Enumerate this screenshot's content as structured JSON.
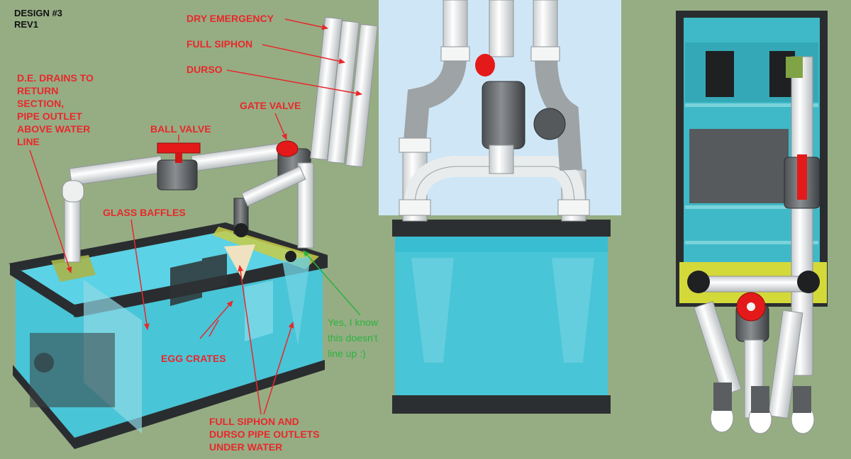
{
  "header": {
    "design": "DESIGN #3",
    "revision": "REV1"
  },
  "labels": {
    "dry_emergency": "DRY EMERGENCY",
    "full_siphon": "FULL SIPHON",
    "durso": "DURSO",
    "gate_valve": "GATE VALVE",
    "ball_valve": "BALL VALVE",
    "de_drains": [
      "D.E. DRAINS TO",
      "RETURN",
      "SECTION,",
      "PIPE OUTLET",
      "ABOVE WATER",
      "LINE"
    ],
    "glass_baffles": "GLASS BAFFLES",
    "egg_crates": "EGG CRATES",
    "outlets_under_water": [
      "FULL SIPHON AND",
      "DURSO PIPE OUTLETS",
      "UNDER WATER"
    ]
  },
  "note": [
    "Yes, I know",
    "this doesn't",
    "line up :)"
  ],
  "colors": {
    "background": "#96ad84",
    "label_red": "#e8282b",
    "note_green": "#2bb33f",
    "water": "#3fc8e0",
    "pipe_white": "#f2f4f4",
    "valve_red": "#e41a1a",
    "sky": "#cfe6f6"
  },
  "views": [
    "perspective-view",
    "front-view",
    "top-view"
  ]
}
